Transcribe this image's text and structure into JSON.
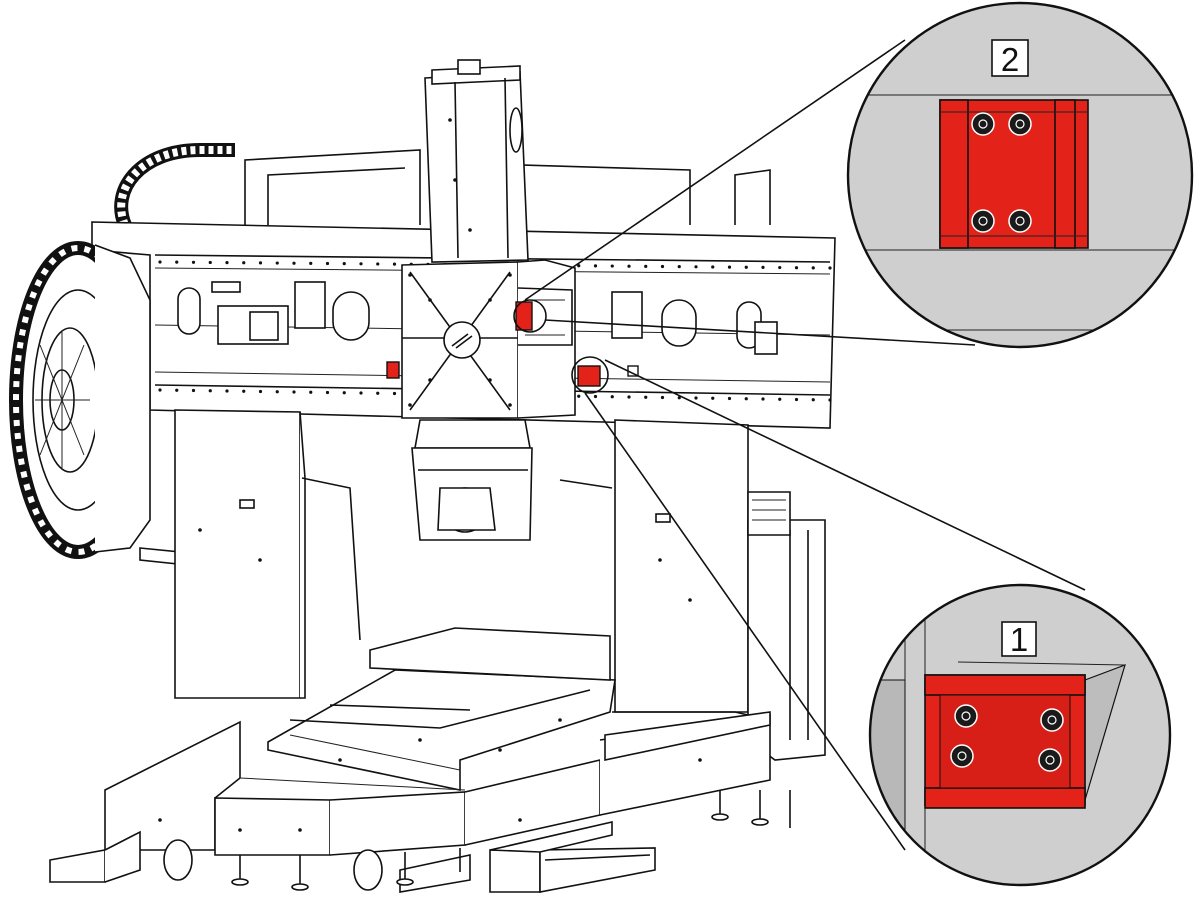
{
  "diagram": {
    "callouts": [
      {
        "label": "2",
        "part": "upper-slider-block"
      },
      {
        "label": "1",
        "part": "lower-slider-block"
      }
    ],
    "colors": {
      "highlight": "#e32219",
      "inset_bg": "#cfcfcf",
      "line": "#111111",
      "background": "#ffffff"
    }
  }
}
